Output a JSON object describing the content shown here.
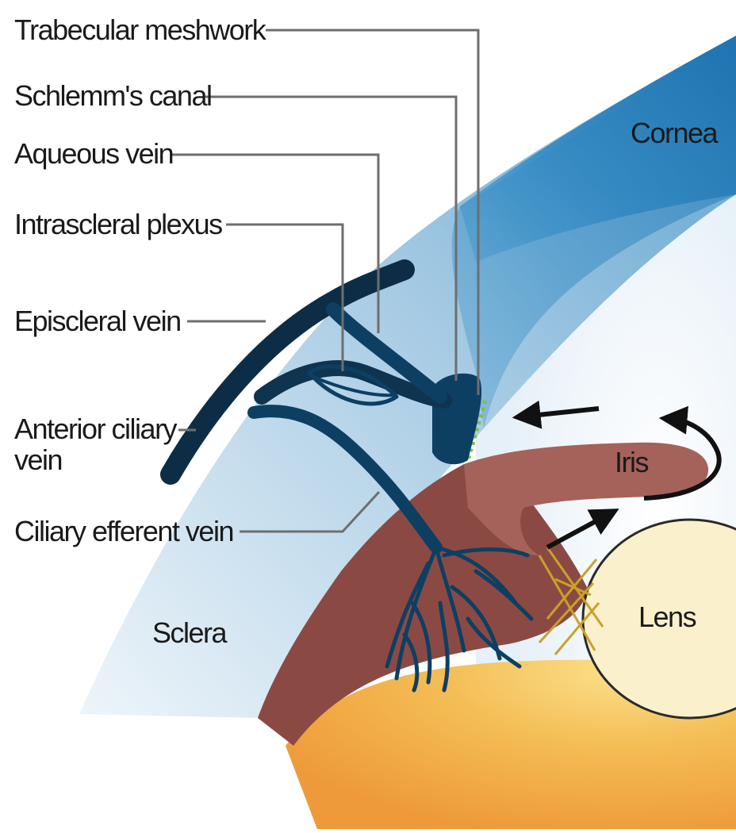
{
  "labels": {
    "trabecular_meshwork": "Trabecular meshwork",
    "schlemms_canal": "Schlemm's canal",
    "aqueous_vein": "Aqueous vein",
    "intrascleral_plexus": "Intrascleral plexus",
    "episcleral_vein": "Episcleral vein",
    "anterior_ciliary_line1": "Anterior ciliary",
    "anterior_ciliary_line2": "vein",
    "ciliary_efferent_vein": "Ciliary efferent vein"
  },
  "regions": {
    "cornea": "Cornea",
    "iris": "Iris",
    "lens": "Lens",
    "sclera": "Sclera"
  },
  "colors": {
    "cornea": "#2f86bf",
    "sclera_light": "#d9e9f4",
    "ciliary_body": "#8a4a43",
    "iris": "#a5625a",
    "lens": "#faf1cc",
    "vitreous_gold": "#f2b74e",
    "vein_dark": "#0c2d45",
    "vein_blue": "#0d3f63",
    "zonule": "#c9a227",
    "arrow": "#111111"
  },
  "icons": {
    "flow_arrows": "arrow-icon"
  }
}
